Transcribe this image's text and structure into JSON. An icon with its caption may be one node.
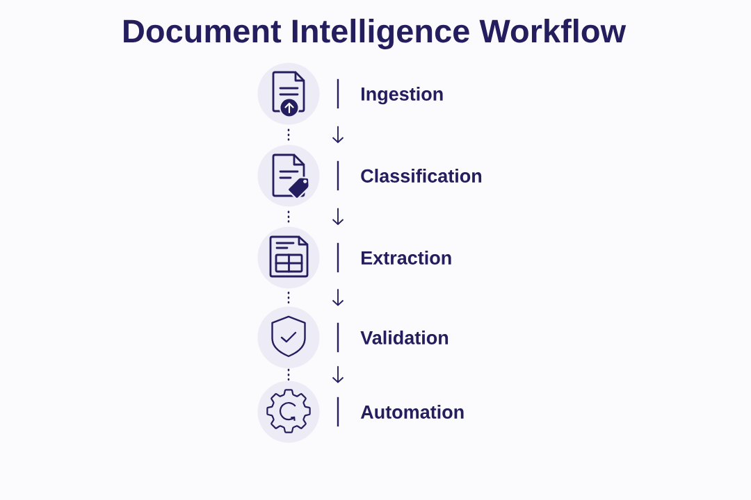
{
  "diagram": {
    "title": "Document Intelligence Workflow",
    "nodes": [
      {
        "text": [],
        "shape": "circle"
      },
      {
        "text": [
          "Ingestion"
        ]
      },
      {
        "text": [],
        "shape": "circle"
      },
      {
        "text": [
          "Classification"
        ]
      },
      {
        "text": [],
        "shape": "circle"
      },
      {
        "text": [
          "Extraction"
        ]
      },
      {
        "text": [],
        "shape": "circle"
      },
      {
        "text": [
          "Validation"
        ]
      },
      {
        "text": [],
        "shape": "circle"
      },
      {
        "text": [
          "Automation"
        ]
      }
    ],
    "edges": [
      {
        "from": 0,
        "to": 2,
        "arrow": "none",
        "style": "dashed"
      },
      {
        "from": 1,
        "to": 3,
        "arrow": "to"
      },
      {
        "from": 2,
        "to": 4,
        "arrow": "none",
        "style": "dashed"
      },
      {
        "from": 3,
        "to": 5,
        "arrow": "to"
      },
      {
        "from": 4,
        "to": 6,
        "arrow": "none",
        "style": "dashed"
      },
      {
        "from": 5,
        "to": 7,
        "arrow": "to"
      },
      {
        "from": 6,
        "to": 8,
        "arrow": "none",
        "style": "dashed"
      },
      {
        "from": 7,
        "to": 9,
        "arrow": "to"
      }
    ]
  }
}
